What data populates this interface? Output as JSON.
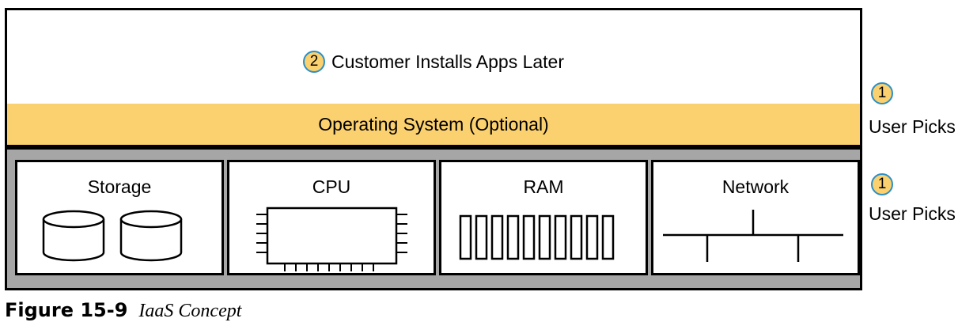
{
  "apps_layer": {
    "step": "2",
    "label": "Customer Installs Apps Later"
  },
  "os_layer": {
    "label": "Operating System (Optional)"
  },
  "hardware": {
    "boxes": [
      {
        "label": "Storage",
        "icon": "storage-disks-icon"
      },
      {
        "label": "CPU",
        "icon": "cpu-chip-icon"
      },
      {
        "label": "RAM",
        "icon": "ram-module-icon"
      },
      {
        "label": "Network",
        "icon": "network-bus-icon"
      }
    ]
  },
  "annotations": [
    {
      "step": "1",
      "label": "User Picks"
    },
    {
      "step": "1",
      "label": "User Picks"
    }
  ],
  "caption": {
    "figure": "Figure 15-9",
    "title": "IaaS Concept"
  },
  "colors": {
    "os_fill": "#fbd06f",
    "hardware_fill": "#a6a6a6",
    "step_border": "#2b8fc6"
  }
}
